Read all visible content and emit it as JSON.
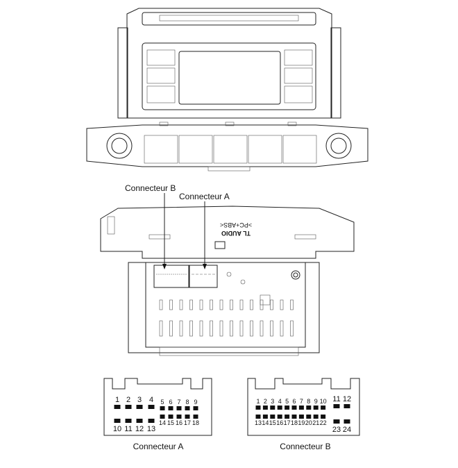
{
  "labels": {
    "callout_b": "Connecteur B",
    "callout_a": "Connecteur A",
    "caption_a": "Connecteur A",
    "caption_b": "Connecteur B",
    "device_marking": "TL AUDIO",
    "material_marking": ">PC+ABS<"
  },
  "connector_a": {
    "top_large": [
      "1",
      "2",
      "3",
      "4"
    ],
    "top_small": [
      "5",
      "6",
      "7",
      "8",
      "9"
    ],
    "bottom_large": [
      "10",
      "11",
      "12",
      "13"
    ],
    "bottom_small": [
      "14",
      "15",
      "16",
      "17",
      "18"
    ]
  },
  "connector_b": {
    "top_small": [
      "1",
      "2",
      "3",
      "4",
      "5",
      "6",
      "7",
      "8",
      "9",
      "10"
    ],
    "top_large": [
      "11",
      "12"
    ],
    "bottom_small": [
      "13",
      "14",
      "15",
      "16",
      "17",
      "18",
      "19",
      "20",
      "21",
      "22"
    ],
    "bottom_large": [
      "23",
      "24"
    ]
  }
}
